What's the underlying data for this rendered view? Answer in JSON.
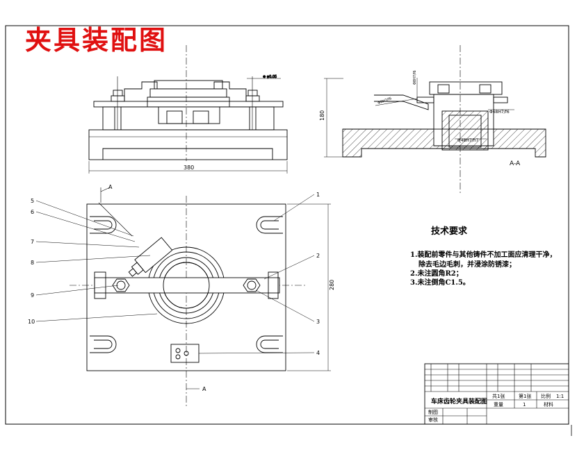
{
  "title": "夹具装配图",
  "section_label": "A-A",
  "section_mark": "A",
  "dimensions": {
    "front_width": "380",
    "section_height": "180",
    "plan_height": "280"
  },
  "parts": [
    "1",
    "2",
    "3",
    "4",
    "5",
    "6",
    "7",
    "8",
    "9",
    "10"
  ],
  "tech_requirements": {
    "title": "技术要求",
    "items": [
      "1.装配前零件与其他铸件不加工面应清理干净，",
      "除去毛边毛刺，并浸涂防锈漆；",
      "2.未注圆角R2；",
      "3.未注倒角C1.5。"
    ]
  },
  "title_block": {
    "drawing_name": "车床齿轮夹具装配图",
    "sheets_total": "共1张",
    "sheet_no": "第1张",
    "ratio_label": "比例",
    "ratio": "1:1",
    "weight_label": "重量",
    "qty": "1",
    "material_label": "材料",
    "drawn_by": "制图",
    "checked_by": "审核"
  },
  "colors": {
    "title_red": "#e01010",
    "line": "#000000",
    "hatch": "#000000"
  }
}
